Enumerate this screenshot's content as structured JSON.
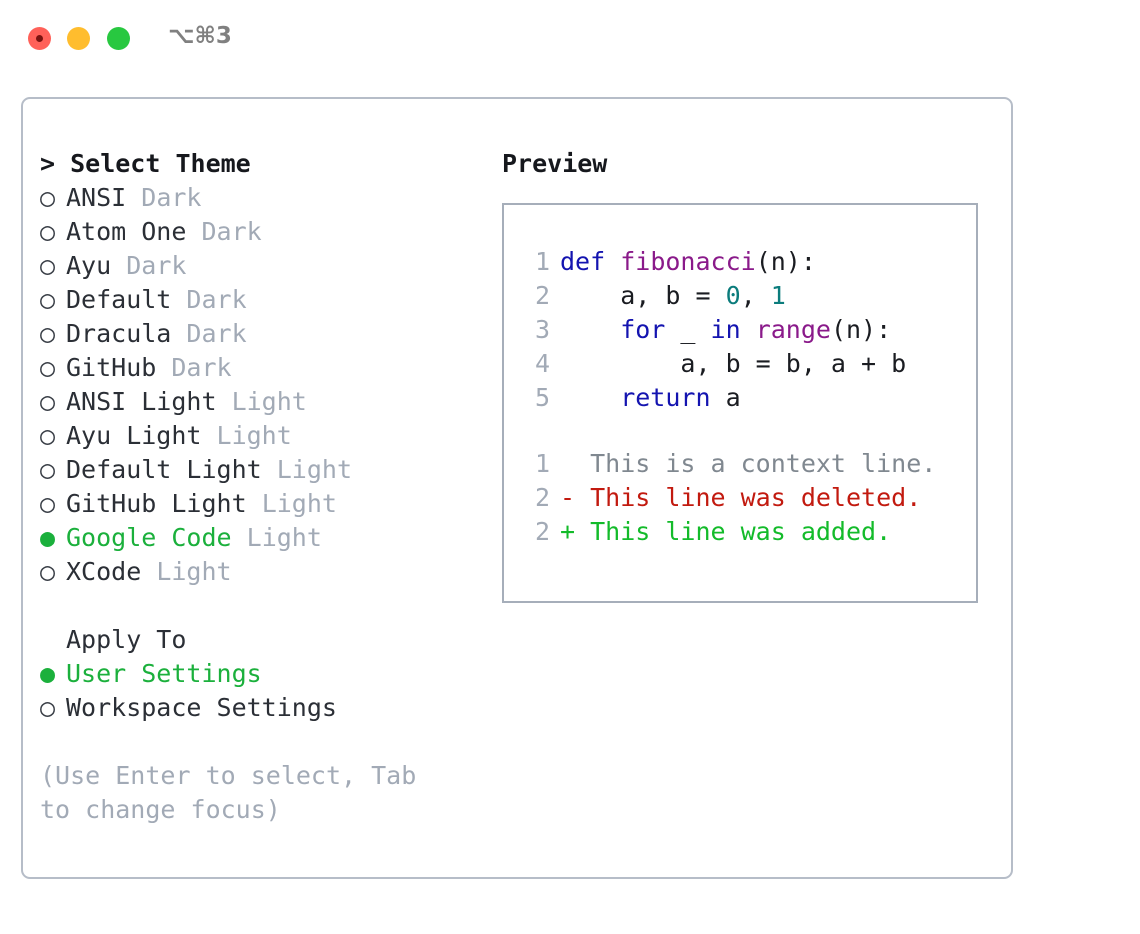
{
  "titlebar": {
    "shortcut": "⌥⌘3",
    "buttons": [
      "close",
      "minimize",
      "maximize"
    ]
  },
  "theme_picker": {
    "header": "> Select Theme",
    "prompt_symbol": ">",
    "bullet_selected": "●",
    "bullet_unselected": "○",
    "selected_theme": "Google Code",
    "items": [
      {
        "bullet": "○",
        "name": "ANSI",
        "category": "Dark",
        "selected": false
      },
      {
        "bullet": "○",
        "name": "Atom One",
        "category": "Dark",
        "selected": false
      },
      {
        "bullet": "○",
        "name": "Ayu",
        "category": "Dark",
        "selected": false
      },
      {
        "bullet": "○",
        "name": "Default",
        "category": "Dark",
        "selected": false
      },
      {
        "bullet": "○",
        "name": "Dracula",
        "category": "Dark",
        "selected": false
      },
      {
        "bullet": "○",
        "name": "GitHub",
        "category": "Dark",
        "selected": false
      },
      {
        "bullet": "○",
        "name": "ANSI Light",
        "category": "Light",
        "selected": false
      },
      {
        "bullet": "○",
        "name": "Ayu Light",
        "category": "Light",
        "selected": false
      },
      {
        "bullet": "○",
        "name": "Default Light",
        "category": "Light",
        "selected": false
      },
      {
        "bullet": "○",
        "name": "GitHub Light",
        "category": "Light",
        "selected": false
      },
      {
        "bullet": "●",
        "name": "Google Code",
        "category": "Light",
        "selected": true
      },
      {
        "bullet": "○",
        "name": "XCode",
        "category": "Light",
        "selected": false
      }
    ]
  },
  "apply_to": {
    "header": "Apply To",
    "selected": "User Settings",
    "items": [
      {
        "bullet": "●",
        "label": "User Settings",
        "selected": true
      },
      {
        "bullet": "○",
        "label": "Workspace Settings",
        "selected": false
      }
    ]
  },
  "hint": "(Use Enter to select, Tab to change focus)",
  "preview": {
    "title": "Preview",
    "code_lines": [
      {
        "n": "1",
        "tokens": [
          {
            "t": "def ",
            "c": "kw"
          },
          {
            "t": "fibonacci",
            "c": "fn"
          },
          {
            "t": "(n):",
            "c": "pl"
          }
        ]
      },
      {
        "n": "2",
        "tokens": [
          {
            "t": "    a, b = ",
            "c": "pl"
          },
          {
            "t": "0",
            "c": "num"
          },
          {
            "t": ", ",
            "c": "pl"
          },
          {
            "t": "1",
            "c": "num"
          }
        ]
      },
      {
        "n": "3",
        "tokens": [
          {
            "t": "    for ",
            "c": "kw"
          },
          {
            "t": "_ ",
            "c": "pl"
          },
          {
            "t": "in ",
            "c": "kw"
          },
          {
            "t": "range",
            "c": "fn"
          },
          {
            "t": "(n):",
            "c": "pl"
          }
        ]
      },
      {
        "n": "4",
        "tokens": [
          {
            "t": "        a, b = b, a + b",
            "c": "pl"
          }
        ]
      },
      {
        "n": "5",
        "tokens": [
          {
            "t": "    return ",
            "c": "kw"
          },
          {
            "t": "a",
            "c": "pl"
          }
        ]
      }
    ],
    "diff_lines": [
      {
        "n": "1",
        "marker": " ",
        "text": " This is a context line.",
        "kind": "ctx"
      },
      {
        "n": "2",
        "marker": "-",
        "text": " This line was deleted.",
        "kind": "del"
      },
      {
        "n": "2",
        "marker": "+",
        "text": " This line was added.",
        "kind": "add"
      }
    ]
  },
  "colors": {
    "accent_green": "#1bb03c",
    "muted": "#a2aab6",
    "keyword": "#1414b0",
    "function": "#8a1a8a",
    "number": "#0b7c7c",
    "diff_deleted": "#c21a0f",
    "diff_added": "#13bb2a",
    "border": "#b6bdc8"
  }
}
